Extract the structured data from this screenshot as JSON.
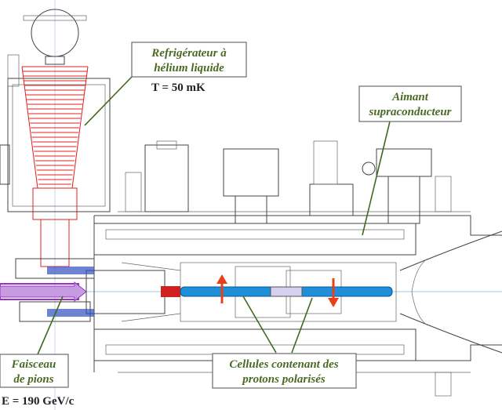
{
  "labels": {
    "refrigerator_line1": "Refrigérateur à",
    "refrigerator_line2": "hélium liquide",
    "temperature": "T = 50 mK",
    "magnet_line1": "Aimant",
    "magnet_line2": "supraconducteur",
    "beam_line1": "Faisceau",
    "beam_line2": "de pions",
    "energy": "E = 190 GeV/c",
    "cells_line1": "Cellules contenant des",
    "cells_line2": "protons polarisés"
  },
  "colors": {
    "label_text": "#4a6a24",
    "refrigerator": "#e02020",
    "target_cells": "#1e8fd8",
    "beam": "#9b30c8",
    "polarization_arrows": "#e8401a"
  }
}
